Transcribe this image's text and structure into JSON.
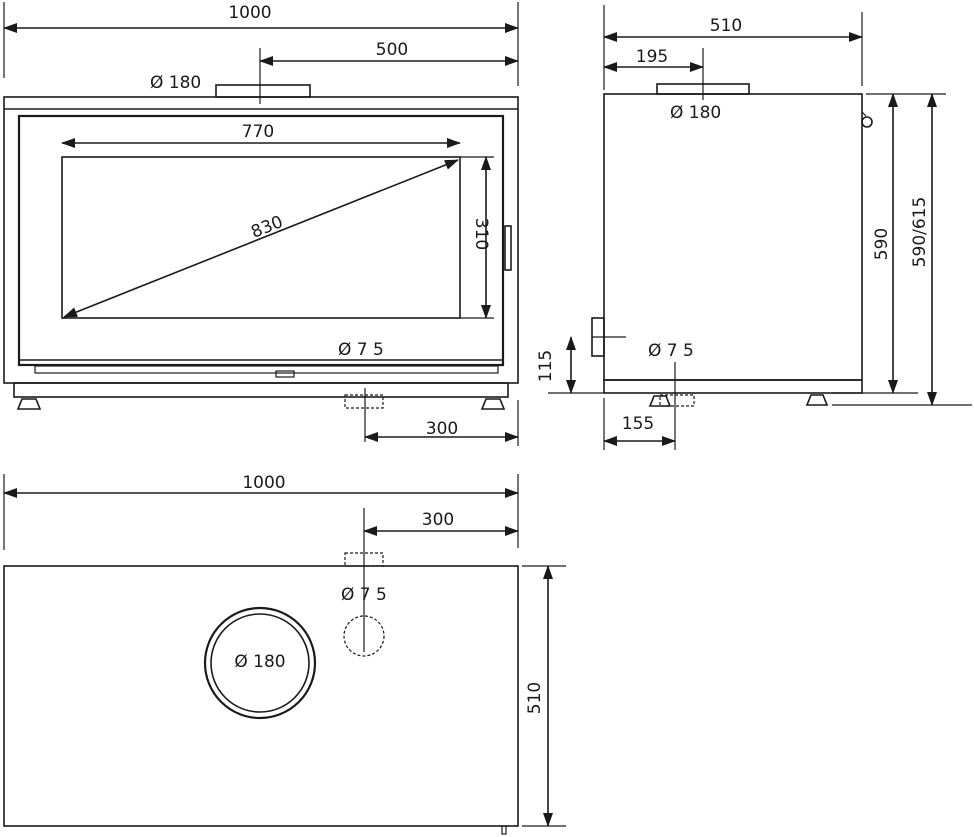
{
  "front_view": {
    "width": "1000",
    "flue_offset": "500",
    "flue_diameter": "Ø 180",
    "glass_width": "770",
    "glass_diagonal": "830",
    "glass_height": "310",
    "air_inlet_diameter": "Ø 7 5",
    "air_inlet_offset": "300"
  },
  "side_view": {
    "depth": "510",
    "flue_offset": "195",
    "flue_diameter": "Ø 180",
    "height": "590",
    "height_range": "590/615",
    "air_inlet_height": "115",
    "air_inlet_diameter": "Ø 7 5",
    "air_inlet_offset": "155"
  },
  "top_view": {
    "width": "1000",
    "air_inlet_offset": "300",
    "air_inlet_diameter": "Ø 7 5",
    "flue_diameter": "Ø 180",
    "depth": "510"
  }
}
